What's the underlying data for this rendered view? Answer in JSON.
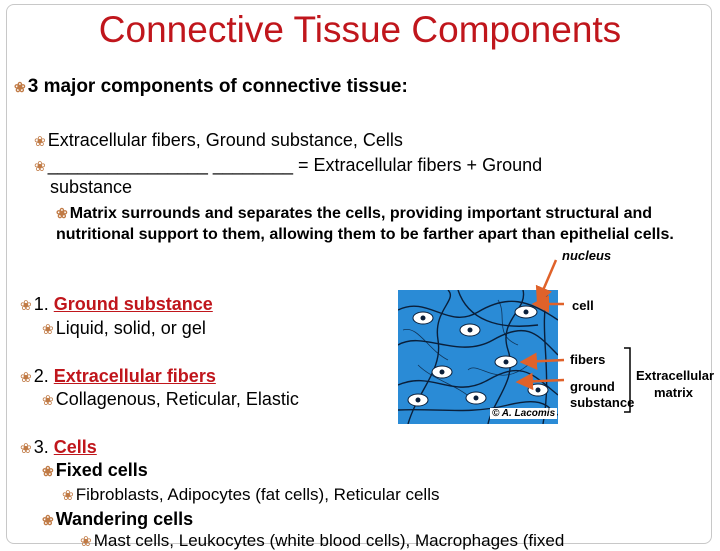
{
  "title": "Connective Tissue Components",
  "bullets": {
    "intro": "3 major components of connective tissue:",
    "list_components": "Extracellular fibers, Ground substance, Cells",
    "blank_line_1": "________________ ________ = Extracellular fibers + Ground",
    "blank_line_2": "substance",
    "matrix_note": "Matrix surrounds and separates the cells, providing important structural and nutritional support to them, allowing them to be farther apart than epithelial cells.",
    "ground_prefix": "1. ",
    "ground_title": "Ground substance",
    "ground_detail": "Liquid, solid, or gel",
    "fibers_prefix": "2. ",
    "fibers_title": "Extracellular fibers",
    "fibers_detail": "Collagenous, Reticular, Elastic",
    "cells_prefix": "3. ",
    "cells_title": "Cells",
    "fixed_cells": "Fixed cells",
    "fixed_cells_detail": "Fibroblasts, Adipocytes (fat cells), Reticular cells",
    "wandering_cells": "Wandering cells",
    "cut_off_line": "Mast cells, Leukocytes (white blood cells), Macrophages (fixed"
  },
  "figure": {
    "label_nucleus": "nucleus",
    "label_cell": "cell",
    "label_fibers": "fibers",
    "label_ground_1": "ground",
    "label_ground_2": "substance",
    "label_matrix_1": "Extracellular",
    "label_matrix_2": "matrix",
    "credit": "© A. Lacomis"
  },
  "colors": {
    "title": "#c0161c",
    "bullet": "#c07a45",
    "arrow": "#e0622a",
    "tissue": "#2a8bd6"
  },
  "icons": {
    "bullet": "bullet-swirl-icon"
  }
}
